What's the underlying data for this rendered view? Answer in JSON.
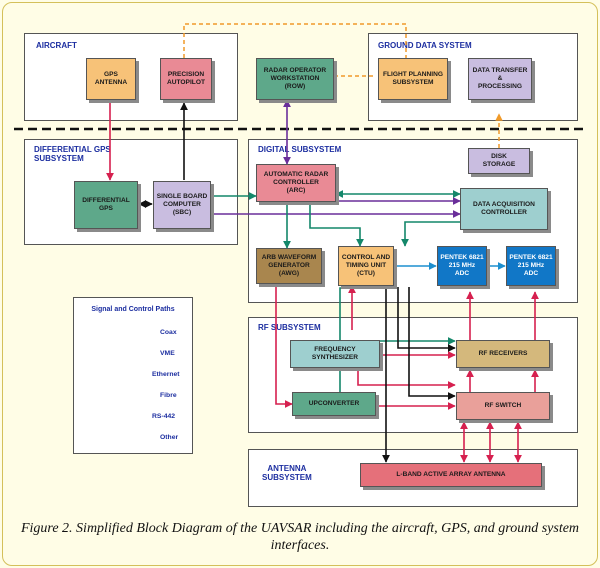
{
  "sections": {
    "aircraft": "AIRCRAFT",
    "ground_data": "GROUND DATA SYSTEM",
    "dgps": "DIFFERENTIAL GPS\nSUBSYSTEM",
    "digital": "DIGITAL SUBSYSTEM",
    "rf": "RF SUBSYSTEM",
    "antenna": "ANTENNA\nSUBSYSTEM"
  },
  "blocks": {
    "gps_antenna": "GPS\nANTENNA",
    "precision_autopilot": "PRECISION\nAUTOPILOT",
    "row": "RADAR OPERATOR\nWORKSTATION\n(ROW)",
    "flight_planning": "FLIGHT PLANNING\nSUBSYSTEM",
    "data_transfer": "DATA TRANSFER\n&\nPROCESSING",
    "differential_gps": "DIFFERENTIAL\nGPS",
    "sbc": "SINGLE BOARD\nCOMPUTER\n(SBC)",
    "arc": "AUTOMATIC RADAR\nCONTROLLER\n(ARC)",
    "disk_storage": "DISK\nSTORAGE",
    "dac": "DATA ACQUISITION\nCONTROLLER",
    "awg": "ARB WAVEFORM\nGENERATOR\n(AWG)",
    "ctu": "CONTROL AND\nTIMING UNIT\n(CTU)",
    "adc1": "PENTEK 6821\n215 MHz\nADC",
    "adc2": "PENTEK 6821\n215 MHz\nADC",
    "freq_synth": "FREQUENCY\nSYNTHESIZER",
    "rf_receivers": "RF RECEIVERS",
    "upconverter": "UPCONVERTER",
    "rf_switch": "RF SWITCH",
    "antenna_array": "L-BAND ACTIVE ARRAY ANTENNA"
  },
  "legend": {
    "title": "Signal and Control Paths",
    "items": [
      {
        "label": "Coax",
        "color": "#d6204f",
        "style": "solid"
      },
      {
        "label": "VME",
        "color": "#14876a",
        "style": "solid"
      },
      {
        "label": "Ethernet",
        "color": "#6a2e9a",
        "style": "solid"
      },
      {
        "label": "Fibre",
        "color": "#1d8fcf",
        "style": "solid"
      },
      {
        "label": "RS-442",
        "color": "#111111",
        "style": "solid"
      },
      {
        "label": "Other",
        "color": "#f09a2a",
        "style": "dashed"
      }
    ]
  },
  "caption": "Figure 2. Simplified Block Diagram of the UAVSAR including the aircraft, GPS, and ground system interfaces."
}
